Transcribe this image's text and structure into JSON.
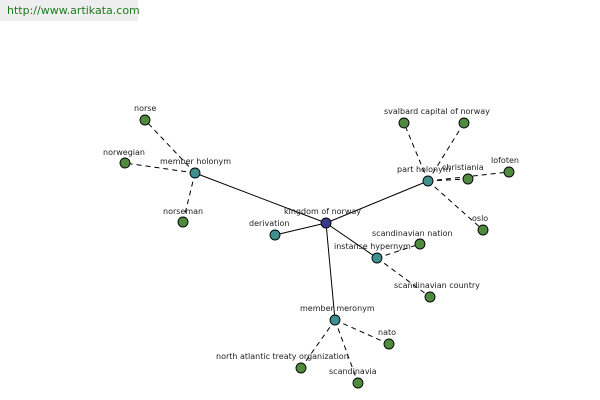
{
  "header": {
    "url_text": "http://www.artikata.com"
  },
  "graph": {
    "root": {
      "id": "kingdom",
      "label": "kingdom of norway",
      "color": "#3a3a8c"
    },
    "relations": [
      {
        "id": "member_holonym",
        "label": "member holonym",
        "color": "#3f8f8f"
      },
      {
        "id": "part_holonym",
        "label": "part holonym",
        "color": "#3f8f8f"
      },
      {
        "id": "derivation",
        "label": "derivation",
        "color": "#3f8f8f"
      },
      {
        "id": "instance_hypernym",
        "label": "instanse hypernym",
        "color": "#3f8f8f"
      },
      {
        "id": "member_meronym",
        "label": "member meronym",
        "color": "#3f8f8f"
      }
    ],
    "leaves": [
      {
        "id": "norse",
        "label": "norse",
        "parent": "member_holonym"
      },
      {
        "id": "norwegian",
        "label": "norwegian",
        "parent": "member_holonym"
      },
      {
        "id": "norseman",
        "label": "norseman",
        "parent": "member_holonym"
      },
      {
        "id": "svalbard",
        "label": "svalbard capital of norway",
        "parent": "part_holonym"
      },
      {
        "id": "christiania",
        "label": "christiania",
        "parent": "part_holonym"
      },
      {
        "id": "lofoten",
        "label": "lofoten",
        "parent": "part_holonym"
      },
      {
        "id": "oslo",
        "label": "oslo",
        "parent": "part_holonym"
      },
      {
        "id": "svalbard2",
        "label": "",
        "parent": "part_holonym"
      },
      {
        "id": "scand_nation",
        "label": "scandinavian nation",
        "parent": "instance_hypernym"
      },
      {
        "id": "scand_country",
        "label": "scandinavian country",
        "parent": "instance_hypernym"
      },
      {
        "id": "nato",
        "label": "nato",
        "parent": "member_meronym"
      },
      {
        "id": "nato_full",
        "label": "north atlantic treaty organization",
        "parent": "member_meronym"
      },
      {
        "id": "scandinavia",
        "label": "scandinavia",
        "parent": "member_meronym"
      }
    ],
    "leaf_color": "#4f8a3f"
  }
}
